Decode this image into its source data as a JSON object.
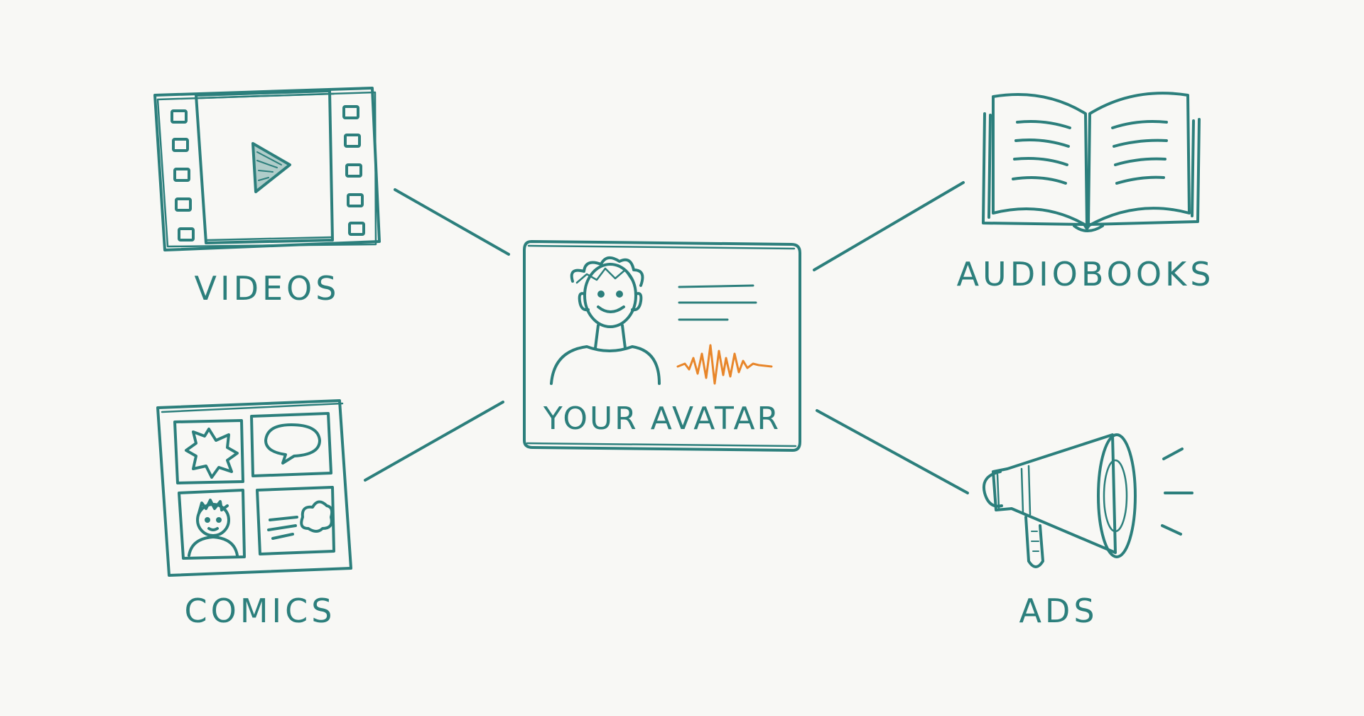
{
  "colors": {
    "ink": "#2c7f7c",
    "accent": "#e8862a",
    "background": "#f8f8f5"
  },
  "center": {
    "label": "YOUR AVATAR",
    "icon": "avatar-card-icon"
  },
  "nodes": {
    "videos": {
      "label": "VIDEOS",
      "icon": "film-strip-icon"
    },
    "audiobooks": {
      "label": "AUDIOBOOKS",
      "icon": "open-book-icon"
    },
    "comics": {
      "label": "COMICS",
      "icon": "comic-panels-icon"
    },
    "ads": {
      "label": "ADS",
      "icon": "megaphone-icon"
    }
  }
}
